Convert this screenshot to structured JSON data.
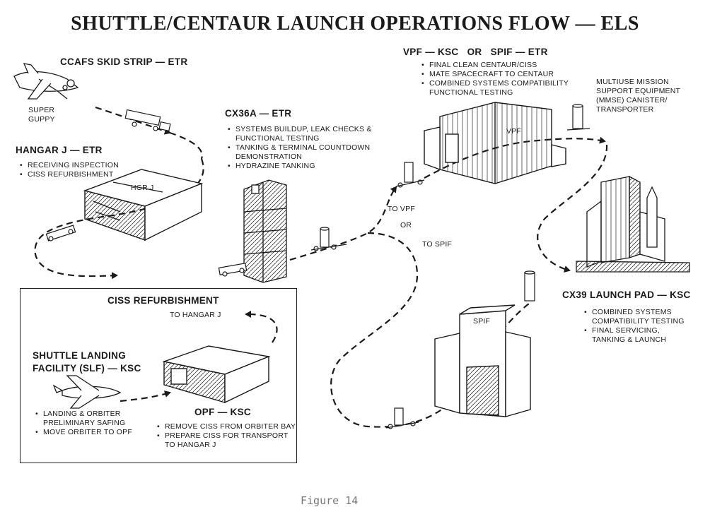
{
  "title": "SHUTTLE/CENTAUR LAUNCH OPERATIONS FLOW — ELS",
  "ccafs": {
    "heading": "CCAFS SKID STRIP — ETR",
    "aircraft_label": "SUPER GUPPY"
  },
  "hangar_j": {
    "heading": "HANGAR J — ETR",
    "bullets": [
      "RECEIVING INSPECTION",
      "CISS REFURBISHMENT"
    ],
    "building_label": "HGR J"
  },
  "cx36a": {
    "heading": "CX36A — ETR",
    "bullets": [
      "SYSTEMS BUILDUP, LEAK CHECKS & FUNCTIONAL TESTING",
      "TANKING & TERMINAL COUNTDOWN DEMONSTRATION",
      "HYDRAZINE TANKING"
    ]
  },
  "vpf": {
    "heading": "VPF — KSC   OR   SPIF — ETR",
    "bullets": [
      "FINAL CLEAN CENTAUR/CISS",
      "MATE SPACECRAFT TO CENTAUR",
      "COMBINED SYSTEMS COMPATIBILITY FUNCTIONAL TESTING"
    ],
    "building_label": "VPF"
  },
  "mmse": {
    "text": "MULTIUSE MISSION SUPPORT EQUIPMENT (MMSE) CANISTER/ TRANSPORTER"
  },
  "route": {
    "to_vpf": "TO VPF",
    "or": "OR",
    "to_spif": "TO SPIF"
  },
  "spif": {
    "building_label": "SPIF"
  },
  "cx39": {
    "heading": "CX39 LAUNCH PAD — KSC",
    "bullets": [
      "COMBINED SYSTEMS COMPATIBILITY TESTING",
      "FINAL SERVICING, TANKING & LAUNCH"
    ]
  },
  "ciss_refurb": {
    "heading": "CISS REFURBISHMENT",
    "to_hangar": "TO HANGAR J"
  },
  "slf": {
    "heading": "SHUTTLE LANDING FACILITY (SLF) — KSC",
    "bullets": [
      "LANDING & ORBITER PRELIMINARY SAFING",
      "MOVE ORBITER TO OPF"
    ]
  },
  "opf": {
    "heading": "OPF — KSC",
    "bullets": [
      "REMOVE CISS FROM ORBITER BAY",
      "PREPARE CISS FOR TRANSPORT TO HANGAR J"
    ]
  },
  "caption": "Figure 14",
  "colors": {
    "ink": "#1a1a1a",
    "paper": "#ffffff"
  }
}
